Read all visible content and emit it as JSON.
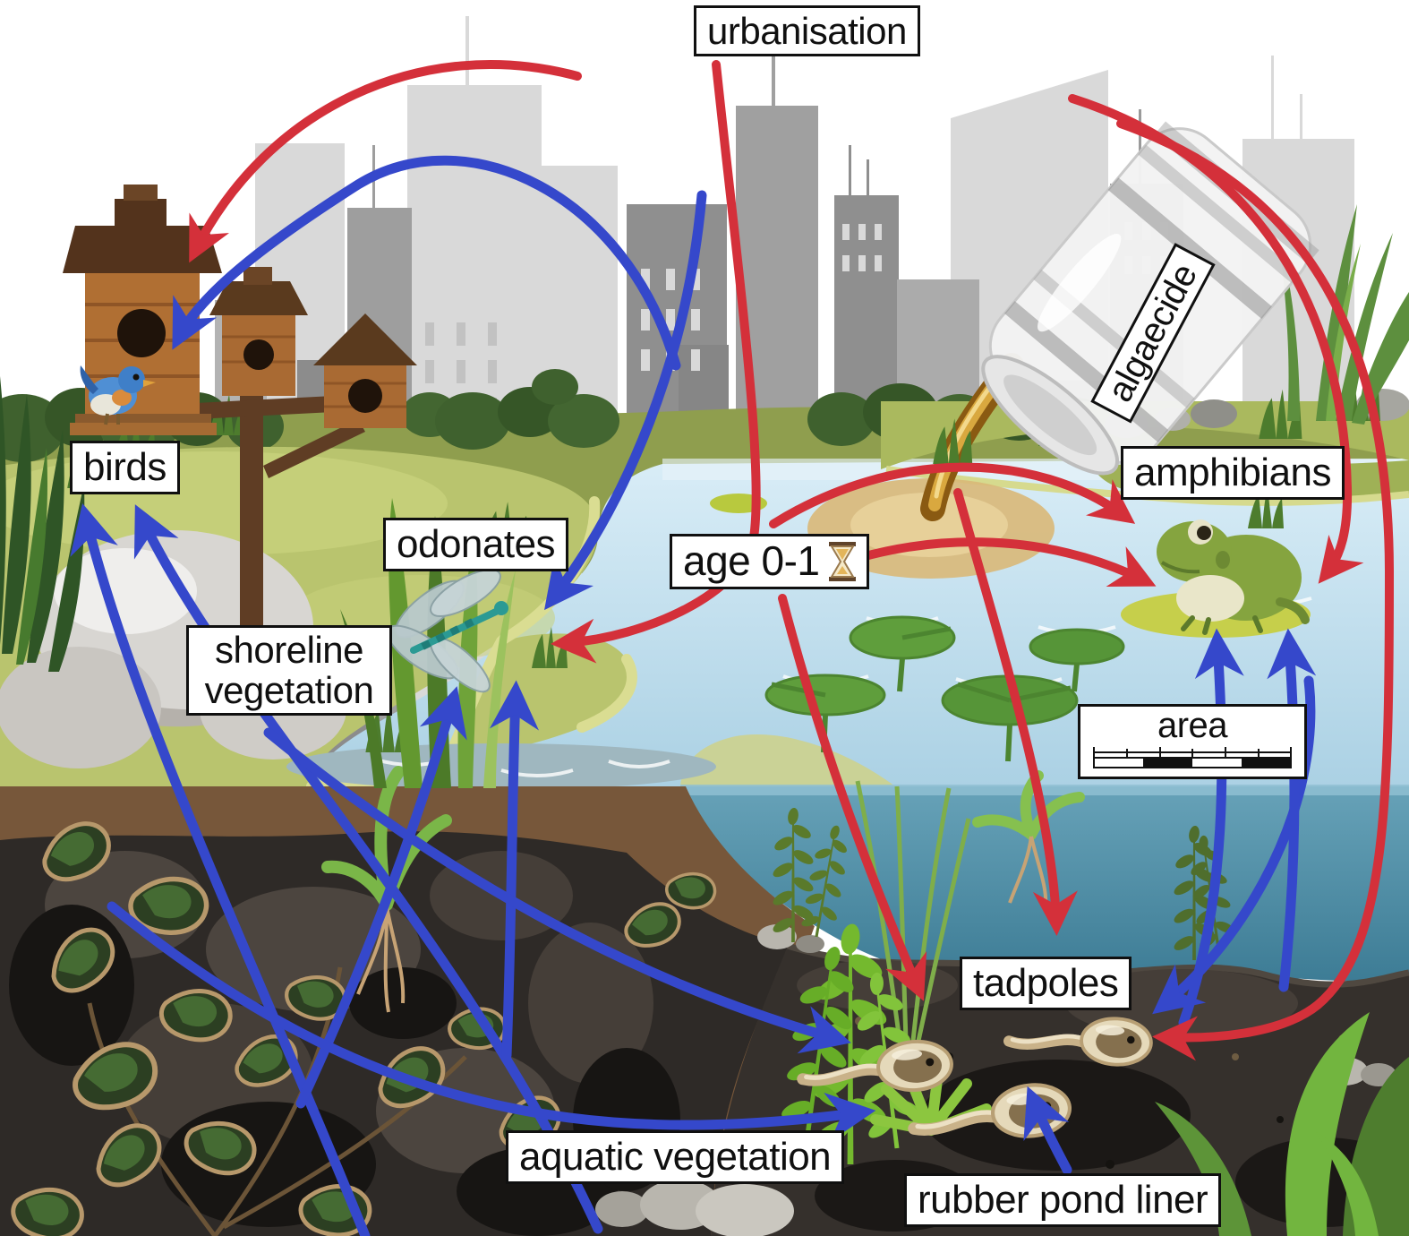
{
  "labels": {
    "urbanisation": "urbanisation",
    "birds": "birds",
    "odonates": "odonates",
    "shoreline_vegetation": "shoreline vegetation",
    "algaecide": "algaecide",
    "amphibians": "amphibians",
    "age_0_1": "age 0-1",
    "area": "area",
    "tadpoles": "tadpoles",
    "aquatic_vegetation": "aquatic vegetation",
    "rubber_pond_liner": "rubber pond liner"
  },
  "icons": {
    "hourglass": "hourglass-icon in age 0-1 label",
    "scale_bar": "map scale bar inside area label"
  },
  "arrow_colors": {
    "negative_red": "#d4303a",
    "positive_blue": "#3548cb"
  },
  "relationships": {
    "negative_red": [
      {
        "from": "urbanisation",
        "to": "birds"
      },
      {
        "from": "urbanisation",
        "to": "odonates"
      },
      {
        "from": "urbanisation",
        "to": "amphibians"
      },
      {
        "from": "urbanisation",
        "to": "tadpoles"
      },
      {
        "from": "algaecide",
        "to": "amphibians"
      },
      {
        "from": "algaecide",
        "to": "amphibians"
      },
      {
        "from": "algaecide",
        "to": "tadpoles"
      },
      {
        "from": "age 0-1",
        "to": "tadpoles"
      }
    ],
    "positive_blue": [
      {
        "from": "pond",
        "to": "birds"
      },
      {
        "from": "shoreline vegetation",
        "to": "birds"
      },
      {
        "from": "aquatic vegetation",
        "to": "birds"
      },
      {
        "from": "pond",
        "to": "odonates"
      },
      {
        "from": "shoreline vegetation",
        "to": "odonates"
      },
      {
        "from": "aquatic vegetation",
        "to": "odonates"
      },
      {
        "from": "shoreline vegetation",
        "to": "tadpoles"
      },
      {
        "from": "aquatic vegetation",
        "to": "tadpoles"
      },
      {
        "from": "amphibians",
        "to": "tadpoles"
      },
      {
        "from": "area",
        "to": "amphibians"
      },
      {
        "from": "tadpoles",
        "to": "amphibians"
      },
      {
        "from": "rubber pond liner",
        "to": "tadpoles"
      }
    ]
  }
}
